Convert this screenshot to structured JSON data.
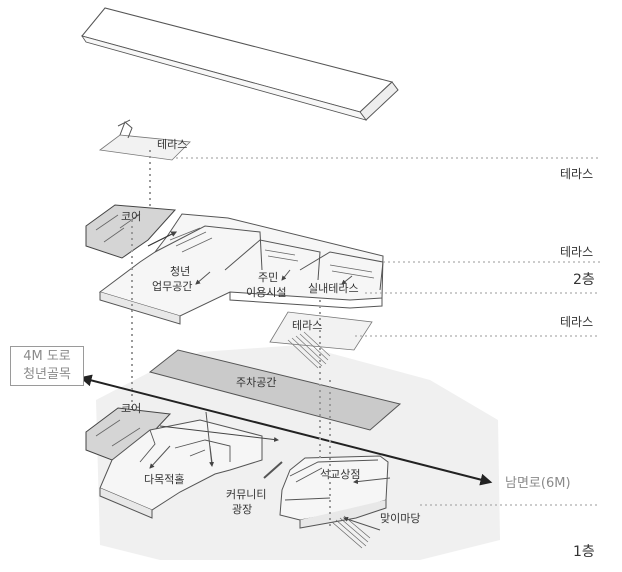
{
  "labels": {
    "terrace_top": "테라스",
    "terrace_right_1": "테라스",
    "terrace_right_2": "테라스",
    "floor2": "2층",
    "terrace_right_3": "테라스",
    "floor1": "1층",
    "core_upper": "코어",
    "youth_office_line1": "청년",
    "youth_office_line2": "업무공간",
    "resident_line1": "주민",
    "resident_line2": "이용시설",
    "indoor_terrace": "실내테라스",
    "terrace_lower": "테라스",
    "parking": "주차공간",
    "core_lower": "코어",
    "multipurpose_hall": "다목적홀",
    "community_line1": "커뮤니티",
    "community_line2": "광장",
    "stone_bridge": "석교상점",
    "welcome_yard": "맞이마당",
    "road_4m_line1": "4M 도로",
    "road_4m_line2": "청년골목",
    "south_road": "남면로(6M)"
  },
  "colors": {
    "line": "#555555",
    "dot": "#9a9a9a",
    "floor_fill": "#f4f4f4",
    "dark_fill": "#d6d6d6",
    "parking_fill": "#c9c9c9",
    "ground_fill": "#efefef"
  }
}
